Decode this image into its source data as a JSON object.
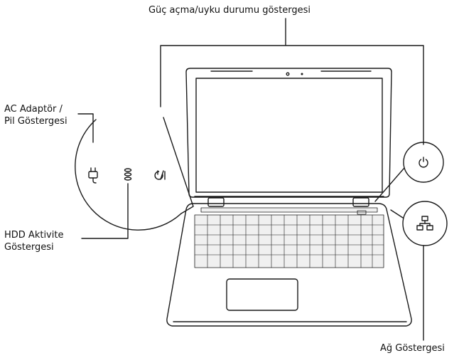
{
  "labels": {
    "power_indicator": "Güç açma/uyku durumu göstergesi",
    "ac_adapter_line1": "AC Adaptör /",
    "ac_adapter_line2": "Pil Göstergesi",
    "hdd_line1": "HDD Aktivite",
    "hdd_line2": "Göstergesi",
    "network": "Ağ Göstergesi"
  },
  "icons": {
    "zoom_left": [
      "ac-plug-icon",
      "hdd-activity-icon",
      "power-sleep-icon"
    ],
    "zoom_left_text": "ტ/I",
    "zoom_right_top": "power-icon",
    "zoom_right_bottom": "network-icon"
  },
  "colors": {
    "line": "#1a1a1a",
    "keyboard_fill": "#f0f0f0"
  }
}
